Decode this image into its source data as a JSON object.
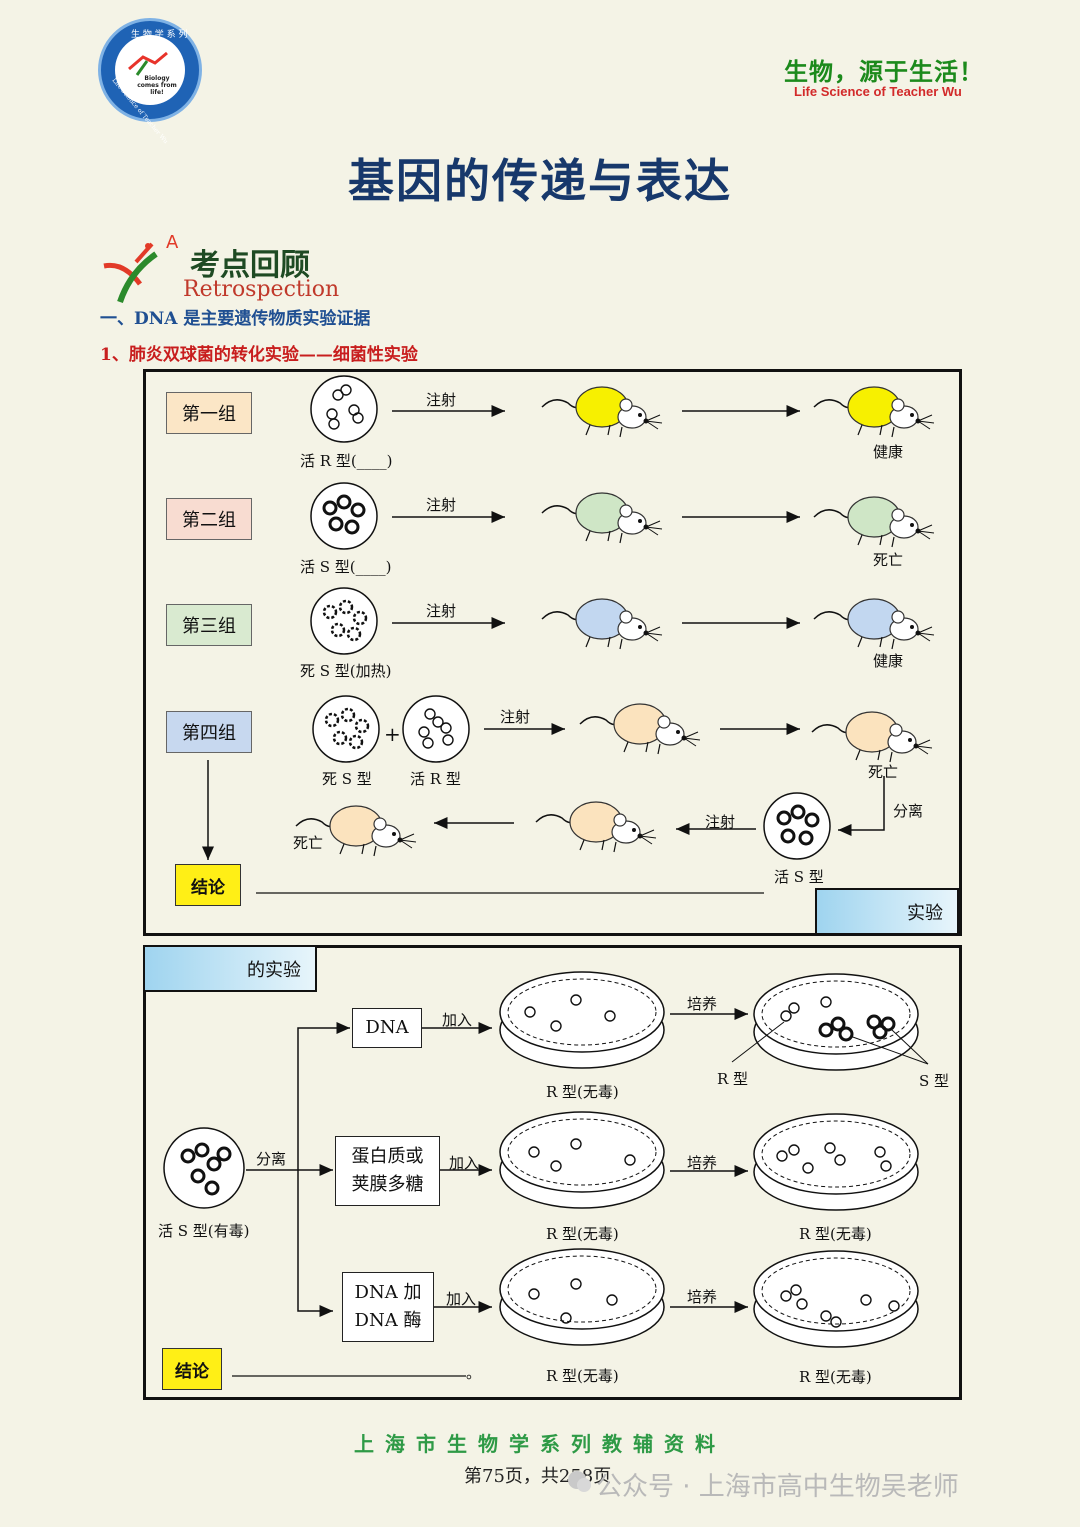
{
  "header": {
    "logo_ring_text": "生 物 学 系 列",
    "logo_center_text": "Biology comes from life!",
    "logo_outer_text": "Life Science of Teacher Wu",
    "slogan_cn": "生物，源于生活！",
    "slogan_en": "Life Science of Teacher Wu"
  },
  "title": "基因的传递与表达",
  "section": {
    "badge_letter": "A",
    "heading_cn": "考点回顾",
    "heading_en": "Retrospection",
    "sub1": "一、DNA 是主要遗传物质实验证据",
    "sub2": "1、肺炎双球菌的转化实验——细菌性实验"
  },
  "experiment1": {
    "groups": [
      {
        "label": "第一组",
        "color": "#fbe6c6",
        "dish_label": "活 R 型(____)",
        "arrow_label": "注射",
        "result": "健康",
        "mouse_color": "#f7f000"
      },
      {
        "label": "第二组",
        "color": "#f8dcd1",
        "dish_label": "活 S 型(____)",
        "arrow_label": "注射",
        "result": "死亡",
        "mouse_color": "#cfe6c6"
      },
      {
        "label": "第三组",
        "color": "#d9ead0",
        "dish_label": "死 S 型(加热)",
        "arrow_label": "注射",
        "result": "健康",
        "mouse_color": "#c2d7f0"
      },
      {
        "label": "第四组",
        "color": "#c7d8ef",
        "dish_label_a": "死 S 型",
        "plus": "+",
        "dish_label_b": "活 R 型",
        "arrow_label": "注射",
        "result": "死亡",
        "mouse_color": "#fbe3be"
      }
    ],
    "separate_label": "分离",
    "live_s_label": "活 S 型",
    "inject_label": "注射",
    "dead_label": "死亡",
    "conclusion_label": "结论",
    "corner_tag": "实验"
  },
  "experiment2": {
    "corner_tag": "的实验",
    "source_label": "活 S 型(有毒)",
    "separate_label": "分离",
    "rows": [
      {
        "substance": [
          "DNA"
        ],
        "add_label": "加入",
        "plate_label": "R 型(无毒)",
        "culture_label": "培养",
        "result_labels": [
          "R 型",
          "S 型"
        ]
      },
      {
        "substance": [
          "蛋白质或",
          "荚膜多糖"
        ],
        "add_label": "加入",
        "plate_label": "R 型(无毒)",
        "culture_label": "培养",
        "result_label": "R 型(无毒)"
      },
      {
        "substance": [
          "DNA 加",
          "DNA 酶"
        ],
        "add_label": "加入",
        "plate_label": "R 型(无毒)",
        "culture_label": "培养",
        "result_label": "R 型(无毒)"
      }
    ],
    "conclusion_label": "结论",
    "conclusion_end": "。"
  },
  "footer": {
    "series": "上海市生物学系列教辅资料",
    "page": "第75页，共258页",
    "watermark": "公众号 · 上海市高中生物吴老师"
  },
  "colors": {
    "title": "#17386b",
    "slogan": "#1c8a1c",
    "section_red": "#c81e1e",
    "section_blue": "#1f4f92",
    "conclusion_yellow": "#ffef16"
  }
}
